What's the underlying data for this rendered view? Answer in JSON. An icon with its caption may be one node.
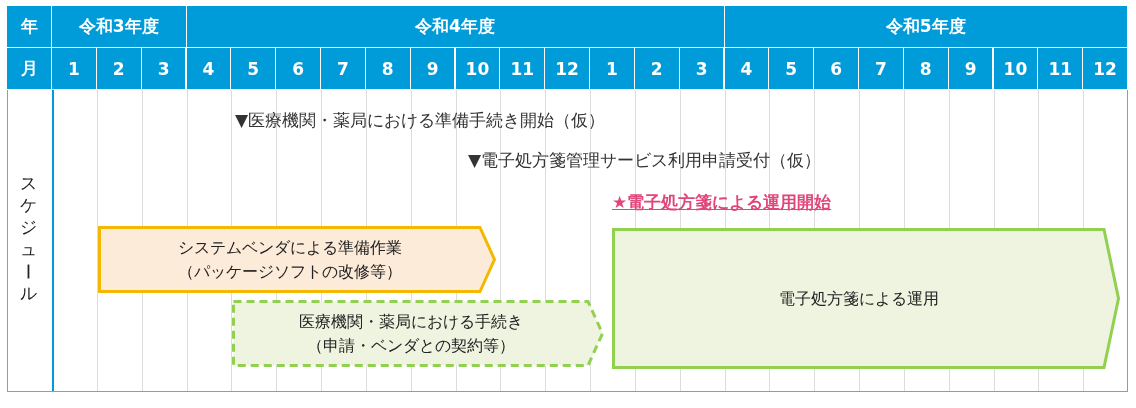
{
  "diagram": {
    "nodes": [
      {
        "text": [
          "システムベンダによる準備作業",
          "（パッケージソフトの改修等）"
        ]
      },
      {
        "text": [
          "医療機関・薬局における手続き",
          "（申請・ベンダとの契約等）"
        ]
      },
      {
        "text": [
          "電子処方箋による運用"
        ]
      }
    ],
    "labels": [
      "年",
      "令和3年度",
      "令和4年度",
      "令和5年度",
      "月",
      "1",
      "2",
      "3",
      "4",
      "5",
      "6",
      "7",
      "8",
      "9",
      "10",
      "11",
      "12",
      "1",
      "2",
      "3",
      "4",
      "5",
      "6",
      "7",
      "8",
      "9",
      "10",
      "11",
      "12",
      "スケジュール",
      "▼医療機関・薬局における準備手続き開始（仮）",
      "▼電子処方箋管理サービス利用申請受付（仮）",
      "★電子処方箋による運用開始"
    ]
  }
}
